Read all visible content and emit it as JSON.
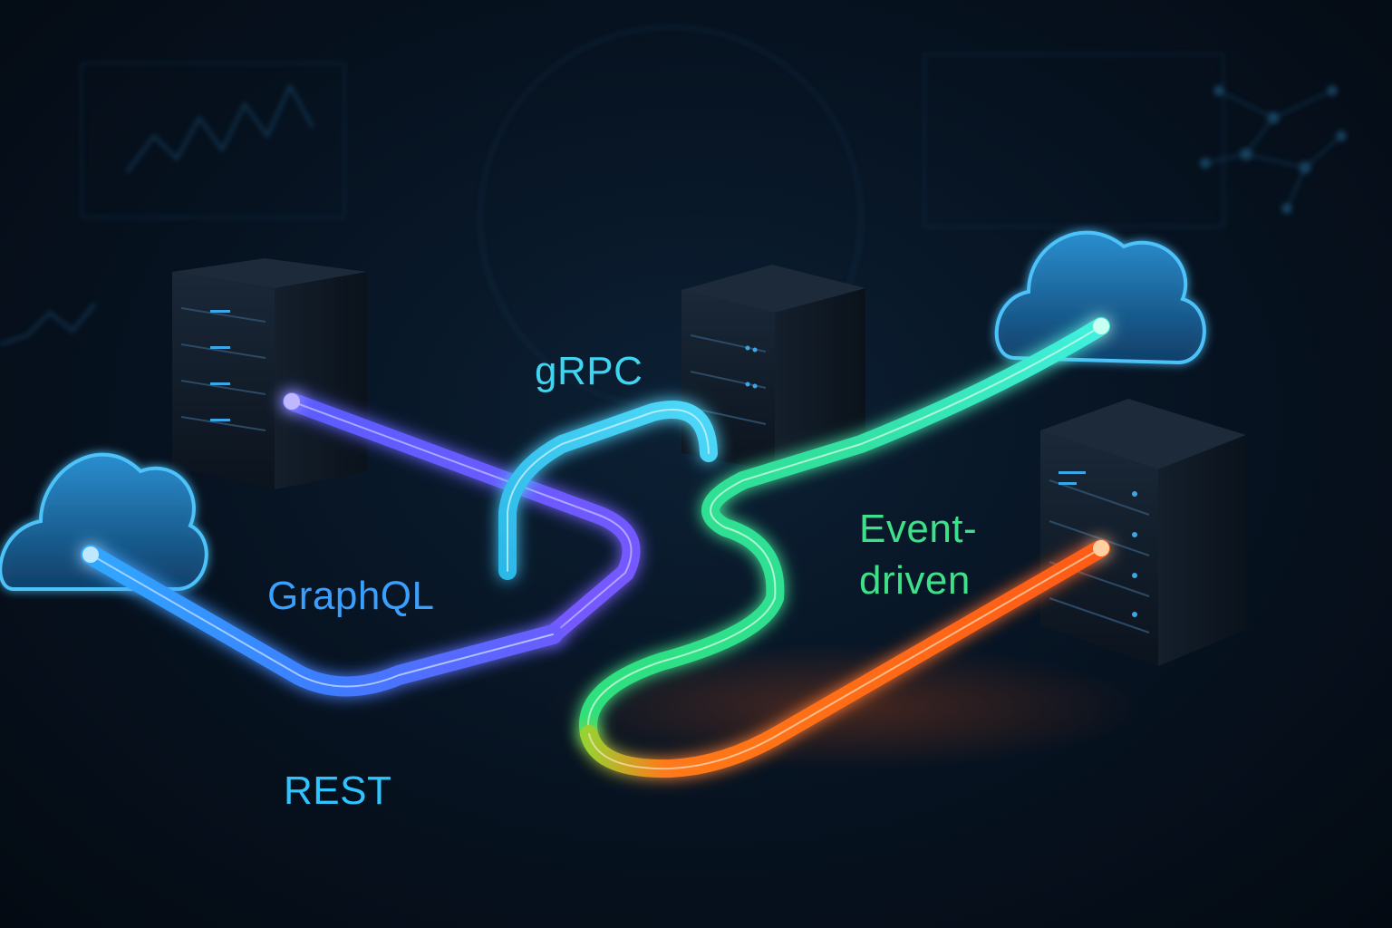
{
  "labels": {
    "grpc": "gRPC",
    "graphql": "GraphQL",
    "rest": "REST",
    "event_line1": "Event-",
    "event_line2": "driven"
  },
  "colors": {
    "background": "#050b14",
    "grpc": "#3fd4f0",
    "graphql": "#3aa0ff",
    "rest": "#2fc4ff",
    "event_driven": "#3fe08a",
    "orange_link": "#ff6a1a",
    "purple_link": "#6a5cff",
    "cloud": "#1e78b0",
    "server": "#121d2a"
  }
}
